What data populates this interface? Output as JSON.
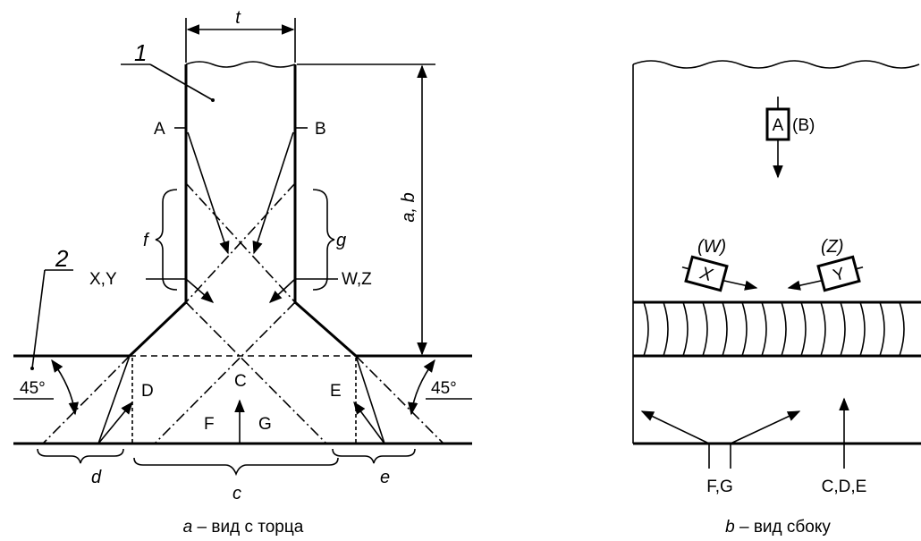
{
  "end_view": {
    "dimension_t": "t",
    "part_1": "1",
    "part_2": "2",
    "dimension_ab": "a, b",
    "label_A": "A",
    "label_B": "B",
    "label_f": "f",
    "label_g": "g",
    "label_XY": "X,Y",
    "label_WZ": "W,Z",
    "label_C": "C",
    "label_D": "D",
    "label_E": "E",
    "label_F": "F",
    "label_G": "G",
    "angle_left": "45°",
    "angle_right": "45°",
    "label_d": "d",
    "label_c": "c",
    "label_e": "e",
    "caption_letter": "a",
    "caption_text": " – вид с торца"
  },
  "side_view": {
    "probe_A": "A",
    "label_B_paren": "(B)",
    "label_W_paren": "(W)",
    "label_Z_paren": "(Z)",
    "probe_X": "X",
    "probe_Y": "Y",
    "label_FG": "F,G",
    "label_CDE": "C,D,E",
    "caption_letter": "b",
    "caption_text": " – вид сбоку"
  }
}
